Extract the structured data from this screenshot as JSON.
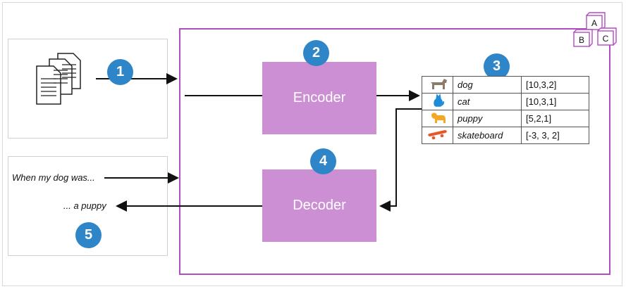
{
  "blocks": {
    "encoder": "Encoder",
    "decoder": "Decoder"
  },
  "badges": {
    "b1": "1",
    "b2": "2",
    "b3": "3",
    "b4": "4",
    "b5": "5"
  },
  "io": {
    "input_text": "When my dog was...",
    "output_text": "... a puppy"
  },
  "logo_letters": {
    "a": "A",
    "b": "B",
    "c": "C"
  },
  "table": {
    "rows": [
      {
        "icon": "dog-icon",
        "word": "dog",
        "vector": "[10,3,2]"
      },
      {
        "icon": "cat-icon",
        "word": "cat",
        "vector": "[10,3,1]"
      },
      {
        "icon": "puppy-icon",
        "word": "puppy",
        "vector": "[5,2,1]"
      },
      {
        "icon": "skateboard-icon",
        "word": "skateboard",
        "vector": "[-3, 3, 2]"
      }
    ]
  },
  "colors": {
    "accent": "#b24cc2",
    "block": "#cc8fd4",
    "badge": "#2e85c8",
    "icon": "#f5a623"
  }
}
